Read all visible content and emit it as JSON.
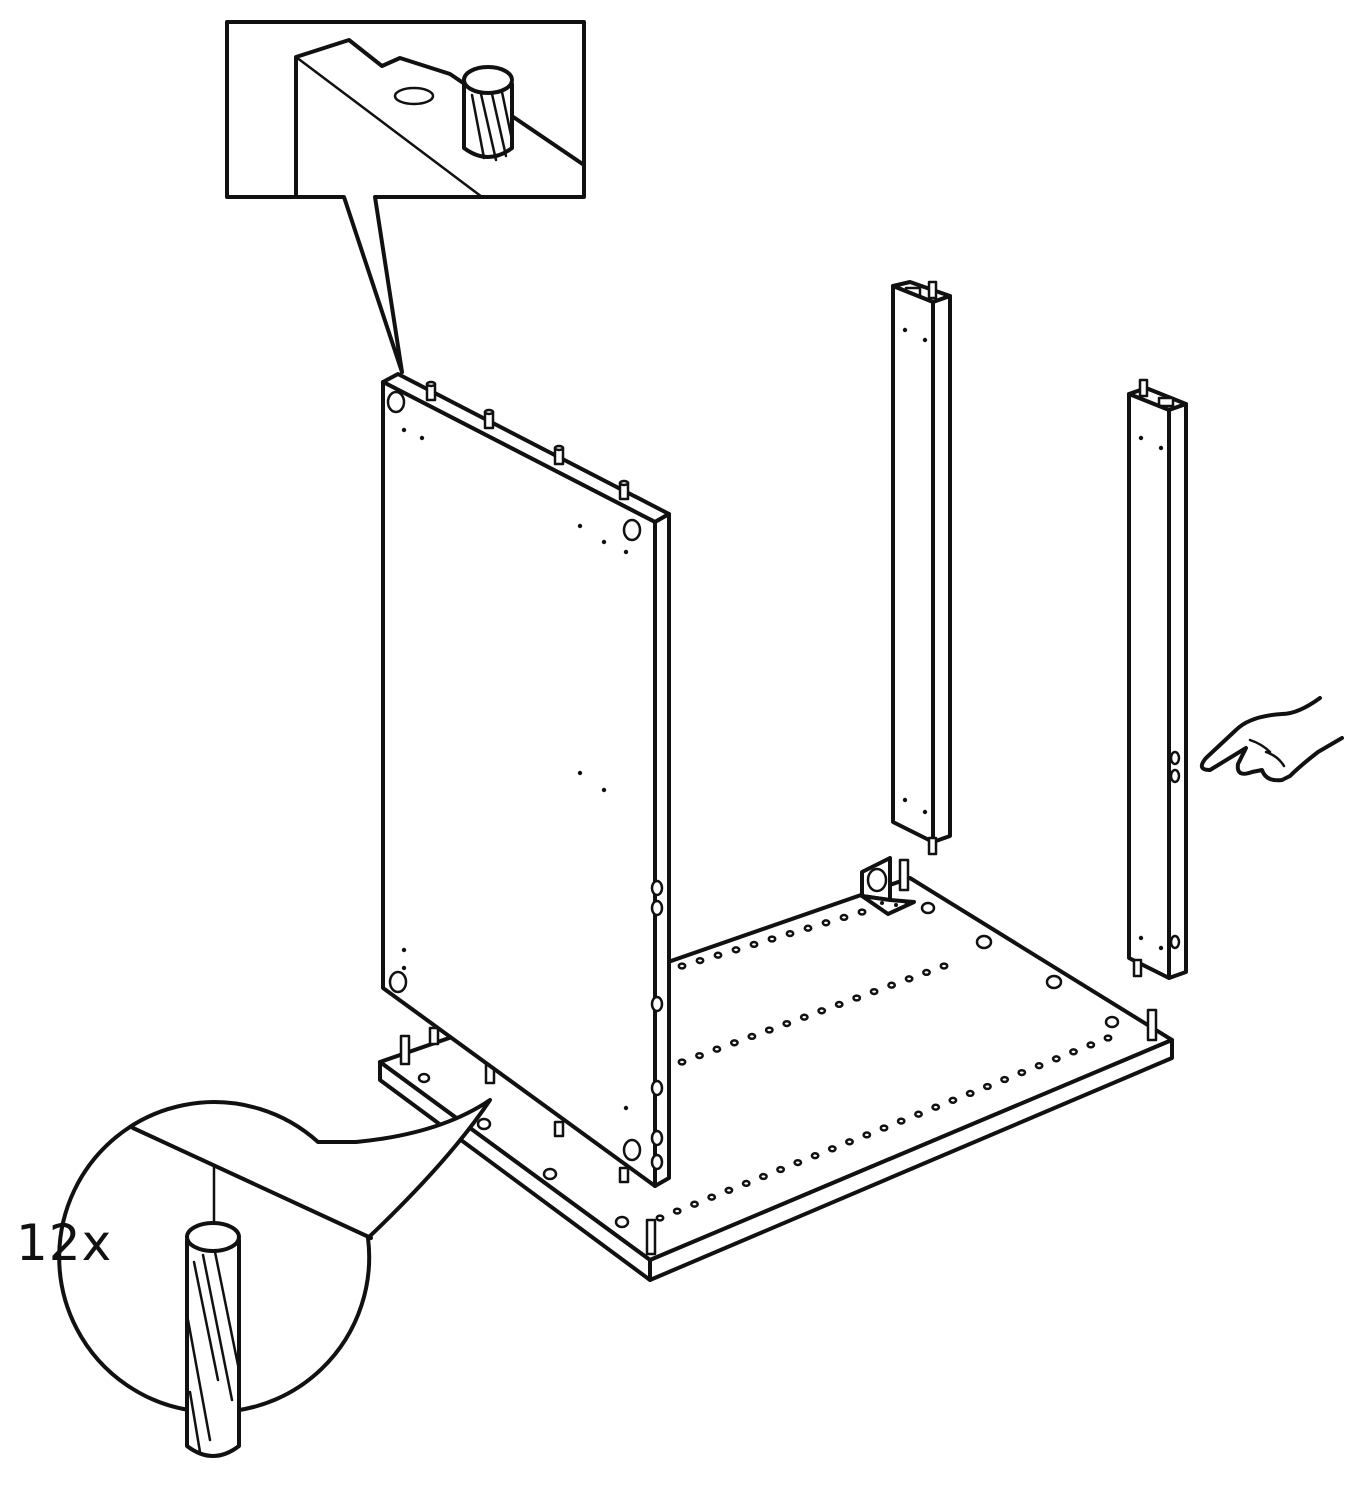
{
  "illustration": {
    "dowel_quantity_label": "12x",
    "parts": [
      "side-panel",
      "bottom-panel",
      "rail-left",
      "rail-right",
      "wooden-dowel"
    ],
    "callouts": [
      "dowel-detail-top",
      "dowel-detail-circle"
    ],
    "icons": [
      "pointing-hand-icon"
    ]
  }
}
